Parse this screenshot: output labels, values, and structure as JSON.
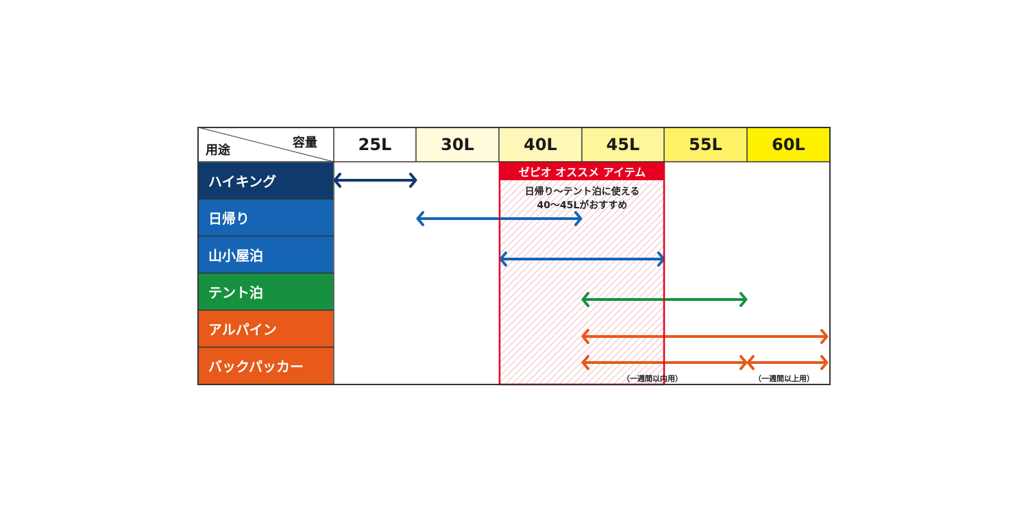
{
  "header": {
    "usage_label": "用途",
    "capacity_label": "容量",
    "columns": [
      "25L",
      "30L",
      "40L",
      "45L",
      "55L",
      "60L"
    ],
    "column_colors": [
      "#ffffff",
      "#fffbdc",
      "#fff7b8",
      "#fff59a",
      "#fff266",
      "#fff200"
    ]
  },
  "rows": [
    {
      "label": "ハイキング",
      "color": "#0f3a6b"
    },
    {
      "label": "日帰り",
      "color": "#1565b4"
    },
    {
      "label": "山小屋泊",
      "color": "#1565b4"
    },
    {
      "label": "テント泊",
      "color": "#179140"
    },
    {
      "label": "アルパイン",
      "color": "#e75a1a"
    },
    {
      "label": "バックパッカー",
      "color": "#e75a1a"
    }
  ],
  "recommend": {
    "title": "ゼピオ オススメ アイテム",
    "note_line1": "日帰り〜テント泊に使える",
    "note_line2": "40〜45Lがおすすめ",
    "color": "#e60020"
  },
  "notes": {
    "within_week": "（一週間以内用）",
    "over_week": "（一週間以上用）"
  },
  "chart_data": {
    "type": "table",
    "columns": [
      "25L",
      "30L",
      "40L",
      "45L",
      "55L",
      "60L"
    ],
    "ranges": [
      {
        "usage": "ハイキング",
        "from": "25L",
        "to": "30L",
        "color": "#0f3a6b"
      },
      {
        "usage": "日帰り",
        "from": "30L",
        "to": "45L",
        "color": "#1565b4"
      },
      {
        "usage": "山小屋泊",
        "from": "40L",
        "to": "55L",
        "color": "#1565b4"
      },
      {
        "usage": "テント泊",
        "from": "45L",
        "to": "55L+",
        "color": "#179140"
      },
      {
        "usage": "アルパイン",
        "from": "45L",
        "to": "60L+",
        "color": "#e75a1a"
      },
      {
        "usage": "バックパッカー",
        "from": "45L",
        "to": "55L+",
        "note": "（一週間以内用）",
        "color": "#e75a1a"
      },
      {
        "usage": "バックパッカー",
        "from": "55L+",
        "to": "60L+",
        "note": "（一週間以上用）",
        "color": "#e75a1a"
      }
    ],
    "recommended_range": [
      "40L",
      "45L"
    ]
  }
}
